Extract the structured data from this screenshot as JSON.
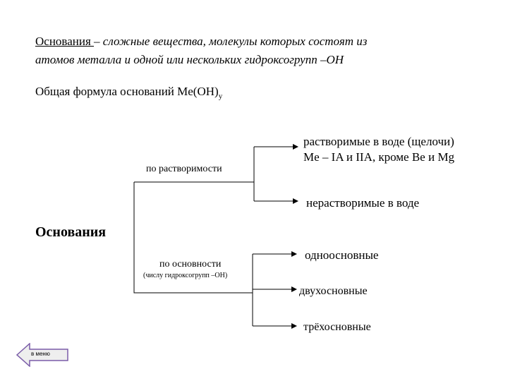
{
  "definition": {
    "term": "Основания ",
    "rest_line1": "– сложные вещества, молекулы которых состоят из",
    "line2": "атомов металла и одной или нескольких гидроксогрупп –ОН"
  },
  "formula": {
    "text": "Общая формула оснований Me(OH)",
    "subscript": "y"
  },
  "root_label": "Основания",
  "criteria": {
    "solubility": "по растворимости",
    "basicity": "по основности",
    "basicity_note": "(числу гидроксогрупп –ОН)"
  },
  "categories": {
    "soluble_line1": "растворимые в воде (щелочи)",
    "soluble_line2": "Me – IA и IIA, кроме Be и Mg",
    "insoluble": "нерастворимые в воде",
    "monobasic": "одноосновные",
    "dibasic": "двухосновные",
    "tribasic": "трёхосновные"
  },
  "nav": {
    "back_label": "в меню"
  }
}
